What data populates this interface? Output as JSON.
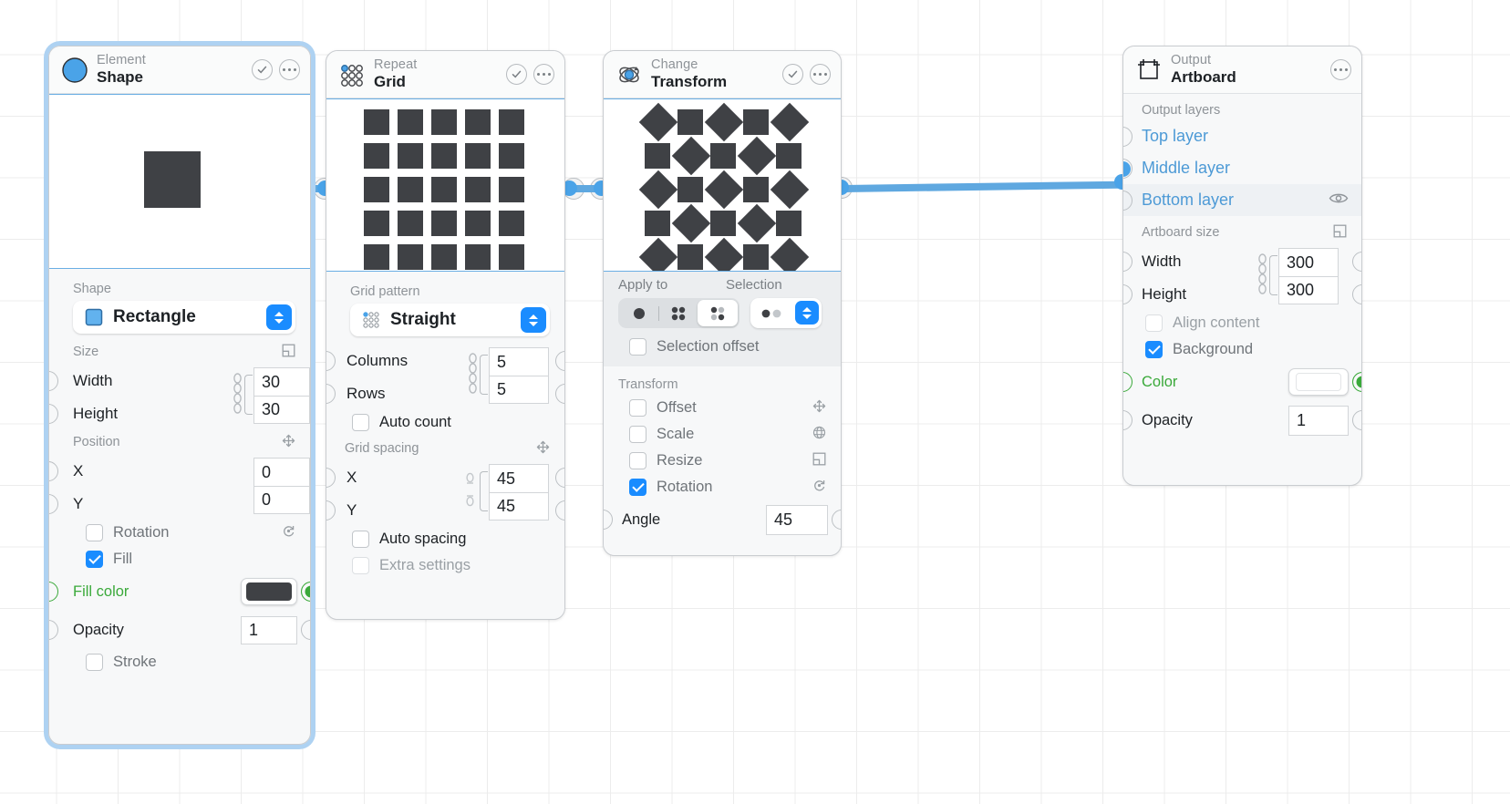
{
  "app": {
    "canvas_label": "node-graph-canvas"
  },
  "nodes": {
    "shape": {
      "category": "Element",
      "name": "Shape",
      "icon": "circle-icon",
      "params": {
        "shape_group": "Shape",
        "shape_value": "Rectangle",
        "size_group": "Size",
        "width_label": "Width",
        "width_value": "30",
        "height_label": "Height",
        "height_value": "30",
        "position_group": "Position",
        "x_label": "X",
        "x_value": "0",
        "y_label": "Y",
        "y_value": "0",
        "rotation_label": "Rotation",
        "rotation_checked": false,
        "fill_label": "Fill",
        "fill_checked": true,
        "fill_color_label": "Fill color",
        "fill_color_value": "#3f4145",
        "opacity_label": "Opacity",
        "opacity_value": "1",
        "stroke_label": "Stroke",
        "stroke_checked": false
      }
    },
    "grid": {
      "category": "Repeat",
      "name": "Grid",
      "icon": "dot-matrix-icon",
      "params": {
        "pattern_group": "Grid pattern",
        "pattern_value": "Straight",
        "columns_label": "Columns",
        "columns_value": "5",
        "rows_label": "Rows",
        "rows_value": "5",
        "auto_count_label": "Auto count",
        "auto_count_checked": false,
        "spacing_group": "Grid spacing",
        "spacing_x_label": "X",
        "spacing_x_value": "45",
        "spacing_y_label": "Y",
        "spacing_y_value": "45",
        "auto_spacing_label": "Auto spacing",
        "auto_spacing_checked": false,
        "extra_settings_label": "Extra settings",
        "extra_settings_checked": false
      }
    },
    "transform": {
      "category": "Change",
      "name": "Transform",
      "icon": "transform-orbit-icon",
      "params": {
        "apply_to_label": "Apply to",
        "selection_label": "Selection",
        "selection_offset_label": "Selection offset",
        "selection_offset_checked": false,
        "transform_group": "Transform",
        "offset_label": "Offset",
        "offset_checked": false,
        "scale_label": "Scale",
        "scale_checked": false,
        "resize_label": "Resize",
        "resize_checked": false,
        "rotation_label": "Rotation",
        "rotation_checked": true,
        "angle_label": "Angle",
        "angle_value": "45"
      }
    },
    "artboard": {
      "category": "Output",
      "name": "Artboard",
      "icon": "artboard-crop-icon",
      "params": {
        "output_layers_group": "Output layers",
        "layers": [
          {
            "label": "Top layer",
            "connected": false,
            "highlighted": false,
            "eye": false
          },
          {
            "label": "Middle layer",
            "connected": true,
            "highlighted": false,
            "eye": false
          },
          {
            "label": "Bottom layer",
            "connected": false,
            "highlighted": true,
            "eye": true
          }
        ],
        "size_group": "Artboard size",
        "width_label": "Width",
        "width_value": "300",
        "height_label": "Height",
        "height_value": "300",
        "align_content_label": "Align content",
        "align_content_checked": false,
        "background_label": "Background",
        "background_checked": true,
        "color_label": "Color",
        "color_value": "#ffffff",
        "opacity_label": "Opacity",
        "opacity_value": "1"
      }
    }
  },
  "colors": {
    "accent_blue": "#1a8cff",
    "link_blue": "#5fa8e0",
    "port_green": "#3aa93a",
    "shape_fill": "#3f4145",
    "layer_text": "#4d9ad6"
  }
}
